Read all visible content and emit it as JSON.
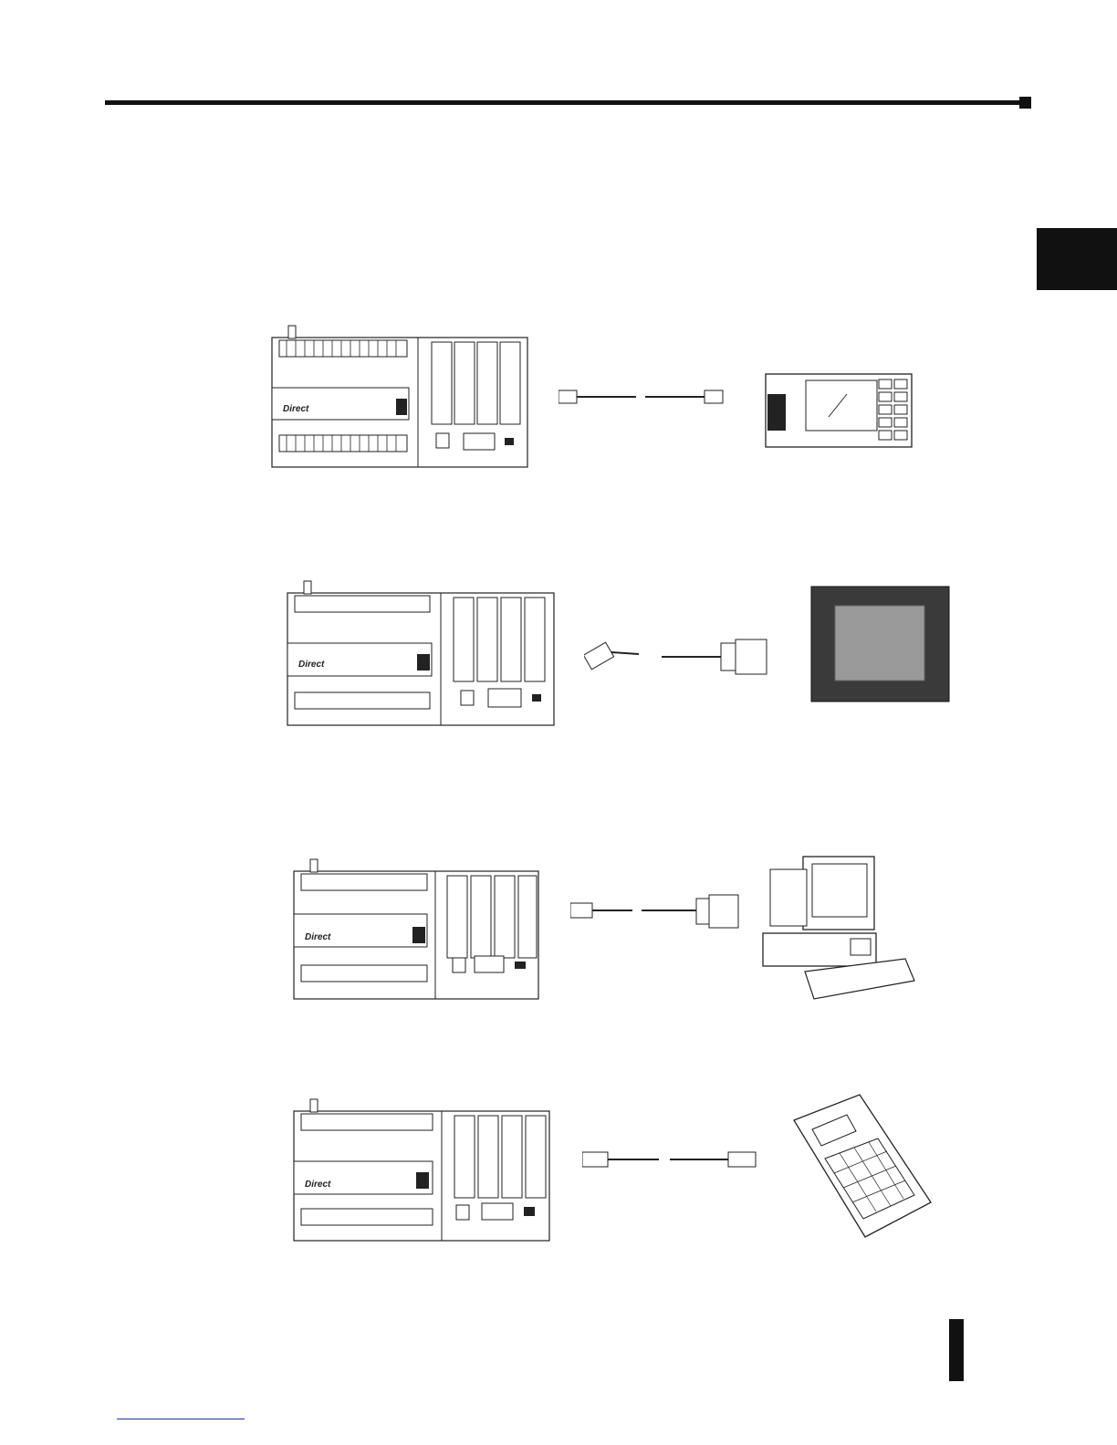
{
  "plc": {
    "brand_label": "Direct"
  },
  "rows": [
    {
      "device": "operator-interface-keypad-panel"
    },
    {
      "device": "touch-panel"
    },
    {
      "device": "personal-computer"
    },
    {
      "device": "handheld-programmer"
    }
  ],
  "icons": [
    "header-rule",
    "side-tab",
    "plc-unit-icon",
    "cable-icon",
    "operator-panel-icon",
    "touch-panel-icon",
    "computer-icon",
    "handheld-programmer-icon"
  ]
}
